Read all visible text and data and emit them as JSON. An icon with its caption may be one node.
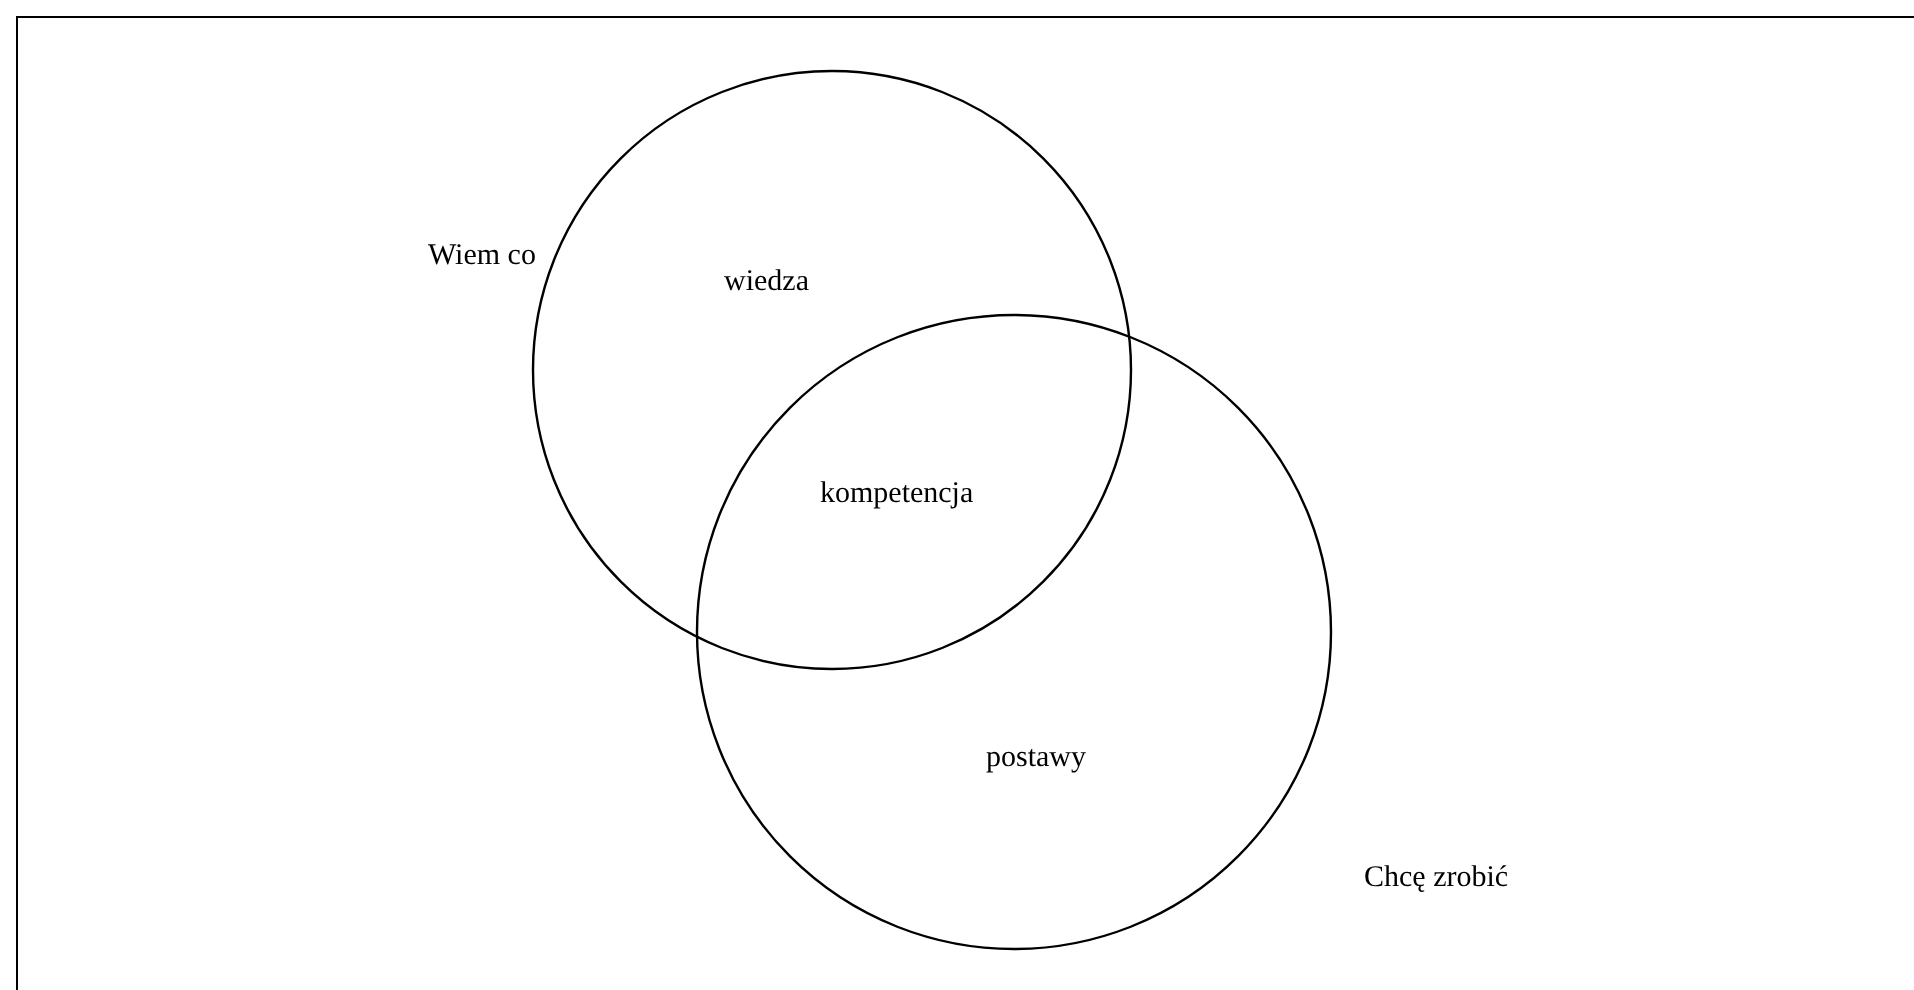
{
  "diagram": {
    "nodes": [
      {
        "text": [
          "wiedza"
        ],
        "beside": [
          "Wiem co"
        ]
      },
      {
        "text": [
          "postawy"
        ],
        "beside": [
          "Chcę zrobić"
        ]
      }
    ],
    "labels": [
      "kompetencja"
    ]
  }
}
